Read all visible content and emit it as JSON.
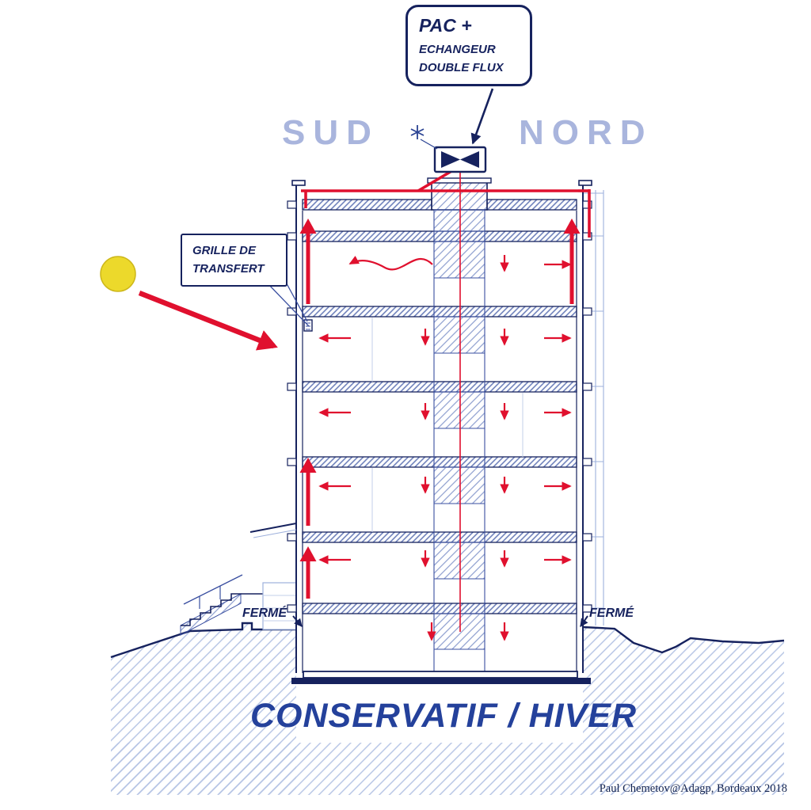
{
  "diagram": {
    "title": "CONSERVATIF / HIVER",
    "credit": "Paul Chemetov@Adagp, Bordeaux 2018",
    "orientation": {
      "south": "SUD",
      "north": "NORD"
    },
    "callouts": {
      "pac": {
        "line1": "PAC +",
        "line2": "ECHANGEUR",
        "line3": "DOUBLE FLUX"
      },
      "grille": {
        "line1": "GRILLE DE",
        "line2": "TRANSFERT"
      },
      "ferme_left": "FERMÉ",
      "ferme_right": "FERMÉ"
    },
    "colors": {
      "linework": "#16225e",
      "secondary_linework": "#3a4fa0",
      "light_linework": "#9db0dc",
      "airflow_red": "#e0102e",
      "sun_yellow": "#ecd92b",
      "title_blue": "#24419b",
      "orientation_text": "#a9b5dd"
    }
  }
}
